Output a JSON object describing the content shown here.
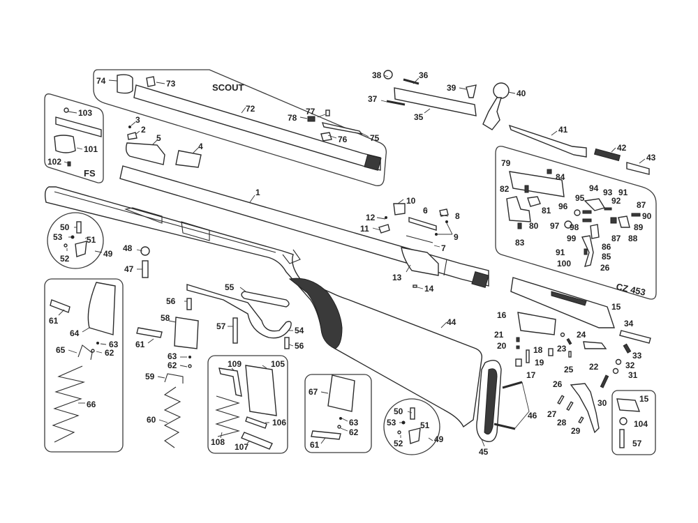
{
  "diagram": {
    "kind": "exploded parts diagram",
    "colors": {
      "line": "#2a2a2a",
      "background": "#ffffff",
      "checkering": "#3a3a3a"
    },
    "groups": {
      "scout": "SCOUT",
      "fs": "FS",
      "cz453": "CZ 453"
    },
    "labels": {
      "p1": "1",
      "p2": "2",
      "p3": "3",
      "p4": "4",
      "p5": "5",
      "p6": "6",
      "p7": "7",
      "p8": "8",
      "p9": "9",
      "p10": "10",
      "p11": "11",
      "p12": "12",
      "p13": "13",
      "p14": "14",
      "p15": "15",
      "p15b": "15",
      "p16": "16",
      "p17": "17",
      "p18": "18",
      "p19": "19",
      "p20": "20",
      "p21": "21",
      "p22": "22",
      "p23": "23",
      "p24": "24",
      "p25": "25",
      "p26": "26",
      "p26b": "26",
      "p27": "27",
      "p28": "28",
      "p29": "29",
      "p30": "30",
      "p31": "31",
      "p32": "32",
      "p33": "33",
      "p34": "34",
      "p35": "35",
      "p36": "36",
      "p37": "37",
      "p38": "38",
      "p39": "39",
      "p40": "40",
      "p41": "41",
      "p42": "42",
      "p43": "43",
      "p44": "44",
      "p45": "45",
      "p46": "46",
      "p47": "47",
      "p48": "48",
      "p49": "49",
      "p49b": "49",
      "p50": "50",
      "p50b": "50",
      "p51": "51",
      "p51b": "51",
      "p52": "52",
      "p52b": "52",
      "p53": "53",
      "p53b": "53",
      "p54": "54",
      "p55": "55",
      "p56": "56",
      "p56b": "56",
      "p57": "57",
      "p57b": "57",
      "p58": "58",
      "p59": "59",
      "p60": "60",
      "p61": "61",
      "p61b": "61",
      "p61c": "61",
      "p62": "62",
      "p62b": "62",
      "p62c": "62",
      "p63": "63",
      "p63b": "63",
      "p63c": "63",
      "p64": "64",
      "p65": "65",
      "p66": "66",
      "p67": "67",
      "p72": "72",
      "p73": "73",
      "p74": "74",
      "p75": "75",
      "p76": "76",
      "p77": "77",
      "p78": "78",
      "p79": "79",
      "p80": "80",
      "p81": "81",
      "p82": "82",
      "p83": "83",
      "p84": "84",
      "p85": "85",
      "p86": "86",
      "p87": "87",
      "p87b": "87",
      "p88": "88",
      "p89": "89",
      "p90": "90",
      "p91": "91",
      "p91b": "91",
      "p92": "92",
      "p93": "93",
      "p94": "94",
      "p95": "95",
      "p96": "96",
      "p97": "97",
      "p98": "98",
      "p99": "99",
      "p100": "100",
      "p101": "101",
      "p102": "102",
      "p103": "103",
      "p104": "104",
      "p105": "105",
      "p106": "106",
      "p107": "107",
      "p108": "108",
      "p109": "109"
    }
  }
}
